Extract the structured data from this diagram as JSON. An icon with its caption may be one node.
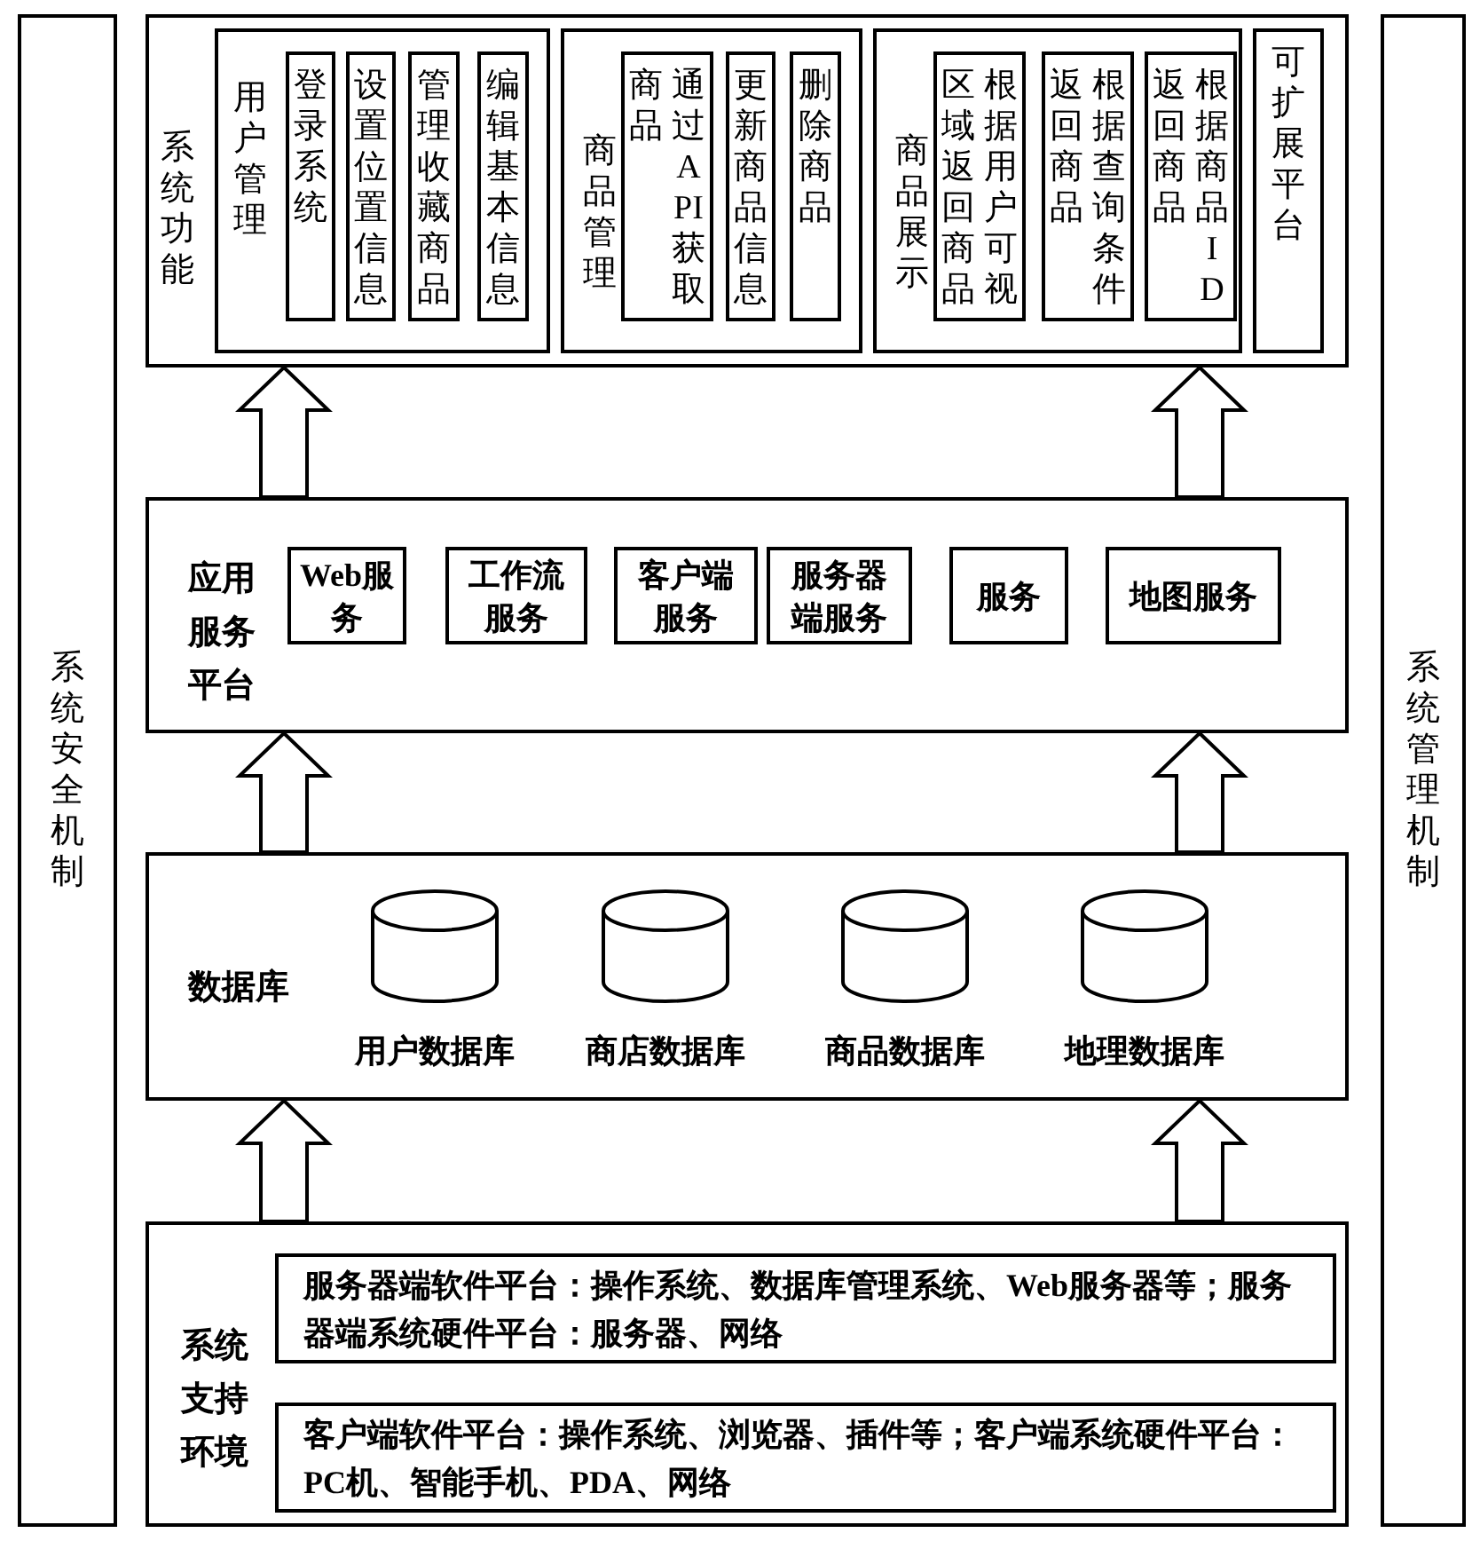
{
  "diagram": {
    "nodes": [
      {
        "text": [
          "系统安全机制"
        ]
      },
      {
        "text": [
          "系统功能"
        ]
      },
      {
        "text": [
          "用户管理"
        ],
        "in": 1
      },
      {
        "text": [
          "登录系统"
        ],
        "in": 2
      },
      {
        "text": [
          "设置位置信息"
        ],
        "in": 2
      },
      {
        "text": [
          "管理收藏商品"
        ],
        "in": 2
      },
      {
        "text": [
          "编辑基本信息"
        ],
        "in": 2
      },
      {
        "text": [
          "商品管理"
        ],
        "in": 1
      },
      {
        "text": [
          "通过API获取商品"
        ],
        "in": 7
      },
      {
        "text": [
          "更新商品信息"
        ],
        "in": 7
      },
      {
        "text": [
          "删除商品"
        ],
        "in": 7
      },
      {
        "text": [
          "商品展示"
        ],
        "in": 1
      },
      {
        "text": [
          "根据用户可视区域返回商品"
        ],
        "in": 11
      },
      {
        "text": [
          "根据查询条件返回商品"
        ],
        "in": 11
      },
      {
        "text": [
          "根据商品ID返回商品"
        ],
        "in": 11
      },
      {
        "text": [
          "可扩展平台"
        ],
        "in": 1
      },
      {
        "text": [
          "应用服务平台"
        ]
      },
      {
        "text": [
          "Web服务"
        ],
        "in": 16
      },
      {
        "text": [
          "工作流服务"
        ],
        "in": 16
      },
      {
        "text": [
          "客户端服务"
        ],
        "in": 16
      },
      {
        "text": [
          "服务器端服务"
        ],
        "in": 16
      },
      {
        "text": [
          "服务"
        ],
        "in": 16
      },
      {
        "text": [
          "地图服务"
        ],
        "in": 16
      },
      {
        "text": [
          "数据库"
        ]
      },
      {
        "text": [
          "用户数据库"
        ],
        "in": 23
      },
      {
        "text": [
          "商店数据库"
        ],
        "in": 23
      },
      {
        "text": [
          "商品数据库"
        ],
        "in": 23
      },
      {
        "text": [
          "地理数据库"
        ],
        "in": 23
      },
      {
        "text": [
          "系统支持环境"
        ]
      },
      {
        "text": [
          "服务器端软件平台：操作系统、数据库管理系统、Web服务器等；服务器端系统硬件平台：服务器、网络"
        ],
        "in": 28
      },
      {
        "text": [
          "客户端软件平台：操作系统、浏览器、插件等；客户端系统硬件平台：PC机、智能手机、PDA、网络"
        ],
        "in": 28
      },
      {
        "text": [
          "系统管理机制"
        ]
      }
    ],
    "edges": [
      {
        "from": 16,
        "to": 1,
        "arrow": "to"
      },
      {
        "from": 16,
        "to": 1,
        "arrow": "to"
      },
      {
        "from": 23,
        "to": 16,
        "arrow": "to"
      },
      {
        "from": 23,
        "to": 16,
        "arrow": "to"
      },
      {
        "from": 28,
        "to": 23,
        "arrow": "to"
      },
      {
        "from": 28,
        "to": 23,
        "arrow": "to"
      }
    ]
  }
}
